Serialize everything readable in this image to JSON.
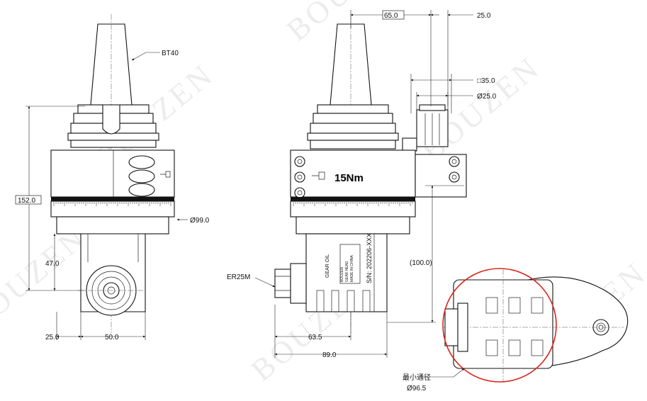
{
  "watermark": "BOUZEN",
  "left_view": {
    "taper_label": "BT40",
    "height_total": "152.0",
    "flange_diameter": "Ø99.0",
    "spindle_height": "47.0",
    "offset_25": "25.0",
    "width_50": "50.0"
  },
  "middle_view": {
    "top_offset": "65.0",
    "top_right": "25.0",
    "square": "□35.0",
    "shaft_diameter": "Ø25.0",
    "torque": "15Nm",
    "collet": "ER25M",
    "height_100": "(100.0)",
    "length_63": "63.5",
    "length_89": "89.0",
    "serial": "S/N: 202206-XXX",
    "gear_oil": "GEAR OIL"
  },
  "bottom_view": {
    "min_clearance_label": "最小通径",
    "min_clearance_value": "Ø96.5"
  },
  "colors": {
    "line": "#111111",
    "highlight_circle": "#d9261c",
    "scale_ring": "#111111"
  }
}
